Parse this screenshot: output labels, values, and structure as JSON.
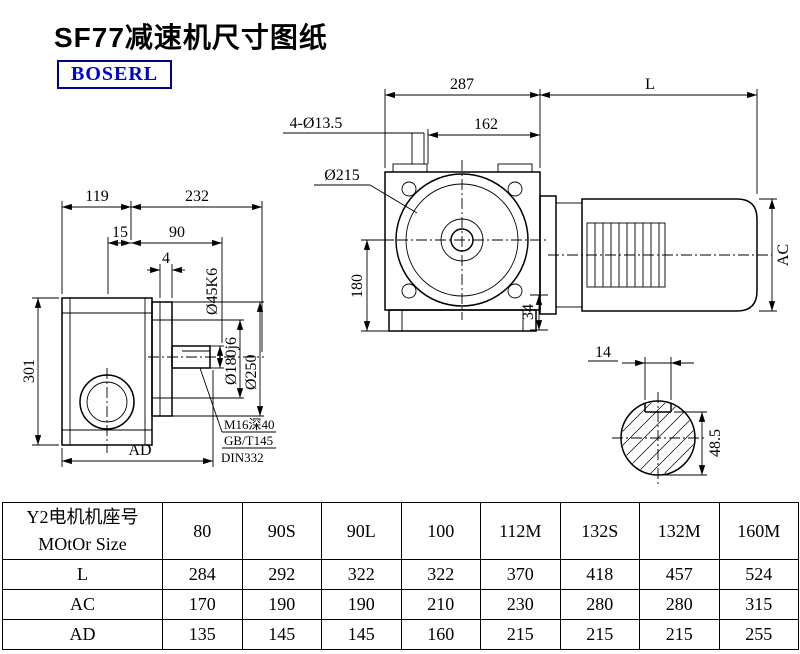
{
  "header": {
    "title": "SF77减速机尺寸图纸",
    "logo_text": "BOSERL"
  },
  "side_view": {
    "dim_119": "119",
    "dim_232": "232",
    "dim_15": "15",
    "dim_90": "90",
    "dim_4": "4",
    "dim_301": "301",
    "dim_ad": "AD",
    "label_shaft_dia": "Ø45K6",
    "label_spigot_dia": "Ø180j6",
    "label_flange_dia": "Ø250",
    "note_tap": "M16深40",
    "note_std1": "GB/T145",
    "note_std2": "DIN332"
  },
  "front_view": {
    "dim_287": "287",
    "dim_L": "L",
    "dim_162": "162",
    "label_holes": "4-Ø13.5",
    "label_flange_dia": "Ø215",
    "dim_180": "180",
    "dim_34": "34",
    "dim_ac": "AC"
  },
  "shaft_view": {
    "dim_key_width": "14",
    "dim_key_height": "48.5"
  },
  "table": {
    "header": {
      "line1": "Y2电机机座号",
      "line2": "MOtOr Size"
    },
    "sizes": [
      "80",
      "90S",
      "90L",
      "100",
      "112M",
      "132S",
      "132M",
      "160M"
    ],
    "rows": [
      {
        "label": "L",
        "values": [
          "284",
          "292",
          "322",
          "322",
          "370",
          "418",
          "457",
          "524"
        ]
      },
      {
        "label": "AC",
        "values": [
          "170",
          "190",
          "190",
          "210",
          "230",
          "280",
          "280",
          "315"
        ]
      },
      {
        "label": "AD",
        "values": [
          "135",
          "145",
          "145",
          "160",
          "215",
          "215",
          "215",
          "255"
        ]
      }
    ]
  }
}
